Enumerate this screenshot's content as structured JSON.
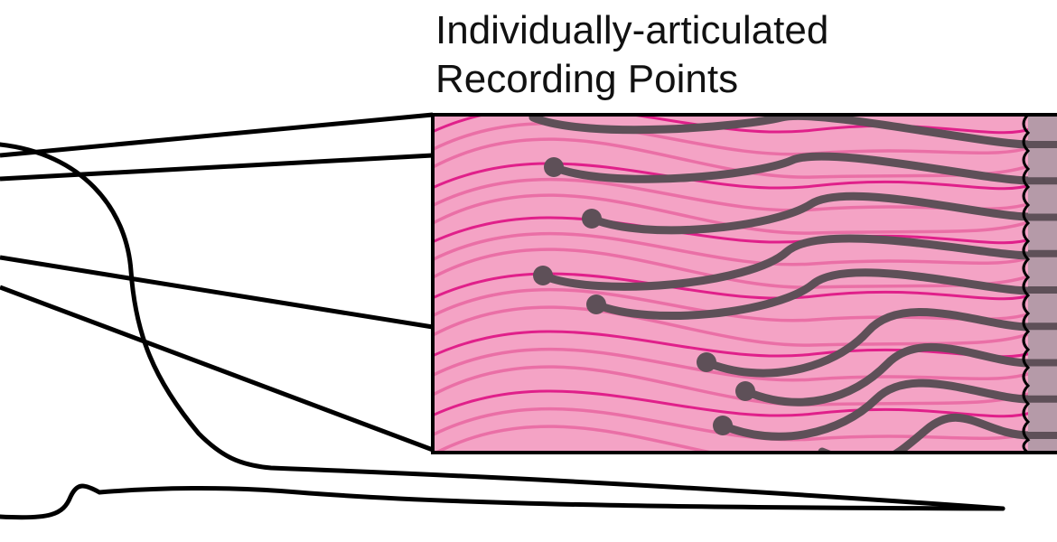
{
  "title": {
    "line1": "Individually-articulated",
    "line2": "Recording Points"
  },
  "colors": {
    "tissue_fill": "#f4a3c5",
    "tissue_fiber_light": "#ea6fa6",
    "tissue_fiber_dark": "#e0208a",
    "thread": "#5e5058",
    "shank_fill": "#b59aa8",
    "outline": "#000000"
  },
  "recording_point_count": 8
}
